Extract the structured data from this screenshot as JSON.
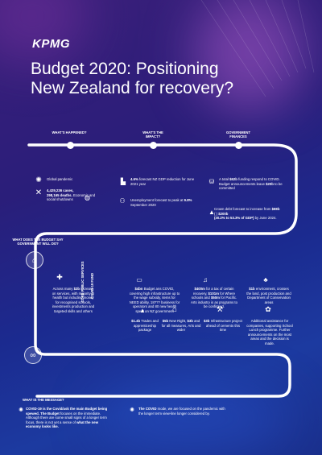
{
  "brand": {
    "logo": "KPMG"
  },
  "title": {
    "line1": "Budget 2020: Positioning",
    "line2": "New Zealand for recovery?"
  },
  "sections": {
    "what_happened": {
      "header": "WHAT'S HAPPENED?",
      "pandemic": "Global pandemic",
      "cases": "4,429,236 cases,",
      "deaths": "298,165 deaths.",
      "shutdown": "Economic and social shutdowns"
    },
    "impact": {
      "header": "WHAT'S THE IMPACT?",
      "gdp_prefix": "4.6%",
      "gdp_text": " forecast NZ GDP reduction for June 2021 year",
      "unemp_text": "Unemployment forecast to peak at ",
      "unemp_value": "9.8%",
      "unemp_suffix": " September 2020"
    },
    "finances": {
      "header": "GOVERNMENT FINANCES",
      "funding_1": "A total ",
      "funding_value": "$62b",
      "funding_2": " funding respond to COVID. Budget announcements leave ",
      "funding_leave": "$20b",
      "funding_3": " to be committed",
      "debt_1": "Crown debt forecast to increase from ",
      "debt_value": "$88b",
      "debt_2": " ( ) ",
      "debt_value2": "$200b",
      "debt_pct": "(30.2% to 53.3% of GDP)",
      "debt_3": " by June 2024."
    },
    "budget": {
      "header": "WHAT DOES THE BUDGET SAY GOVERNMENT WILL DO?",
      "core_label": "CORE PUBLIC SERVICES",
      "covid_label": "COVID-19 FUND",
      "core_text_1": "Across many ",
      "core_value": "$3b",
      "core_text_2": " increase on services, with majority in health but including money for recognised schools, investments",
      "core_text_3": " production and targeted skills and others",
      "fund_items": [
        {
          "value": "$4bn",
          "text": " Budget ans COVID, covering high infrastructure up to the wage subsidy, items for NEED ability, 18??? business for operators and 80 new health spent on NZ government"
        },
        {
          "value": "$400m",
          "text": " for a tax of certain recovery, ",
          "value2": "$101m",
          "text2": " for Where schools and ",
          "value3": "$50m",
          "text3": " for Pacific. Arts industry is as programs to be confirmed."
        },
        {
          "value": "$1b",
          "text": " environment, crosses the land, post production and Department of Conservation areas"
        },
        {
          "value": "$1.4b",
          "text": " Trades and apprenticeship package"
        },
        {
          "value": "$5b",
          "text": " New Right, ",
          "value2": "$3b",
          "text2": " and for all measures, Arts and wider"
        },
        {
          "value": "$3b",
          "text": " Infrastructure project ahead of cements this time"
        },
        {
          "value": "",
          "text": "Additional assistance for companies, supporting School Lunch programme. Further announcements on the most areas and the decision is made."
        }
      ]
    },
    "message": {
      "header": "WHAT IS THE MESSAGE?",
      "left_1": "COVID-19 is the Covid/ask the main Budget being spewed. ",
      "left_2": "The Budget",
      "left_3": " focuses on the immediate. Although there are some small signs of a longer term focus, there is not yet a sense of ",
      "left_4": "what the new economy looks like.",
      "right_1": "The COVID",
      "right_2": " mode, we are focused on the pandemic with the longer term view-line longer considered by."
    }
  },
  "colors": {
    "accent": "#ffffff",
    "bg_top": "#3b1f7a",
    "bg_bottom": "#1c3aa0",
    "glow": "#c23a9c"
  }
}
